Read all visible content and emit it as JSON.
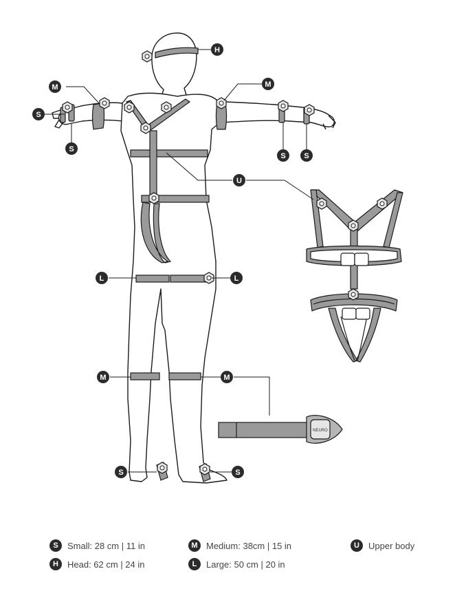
{
  "colors": {
    "ink": "#2b2b2b",
    "strap_fill": "#9a9a9a",
    "outline": "#1a1a1a",
    "background": "#ffffff"
  },
  "markers": {
    "head": "H",
    "upper_left_arm": "M",
    "upper_right_arm": "M",
    "left_wrist": "S",
    "left_forearm": "S",
    "right_forearm": "S",
    "right_wrist": "S",
    "upper_body": "U",
    "left_thigh": "L",
    "right_thigh": "L",
    "left_calf": "M",
    "right_calf": "M",
    "left_ankle": "S",
    "right_ankle": "S"
  },
  "strap_device_label": "NEURO",
  "legend": [
    {
      "badge": "S",
      "text": "Small: 28 cm | 11 in"
    },
    {
      "badge": "M",
      "text": "Medium: 38cm | 15 in"
    },
    {
      "badge": "U",
      "text": "Upper body"
    },
    {
      "badge": "H",
      "text": "Head: 62 cm | 24 in"
    },
    {
      "badge": "L",
      "text": "Large: 50 cm | 20 in"
    }
  ]
}
